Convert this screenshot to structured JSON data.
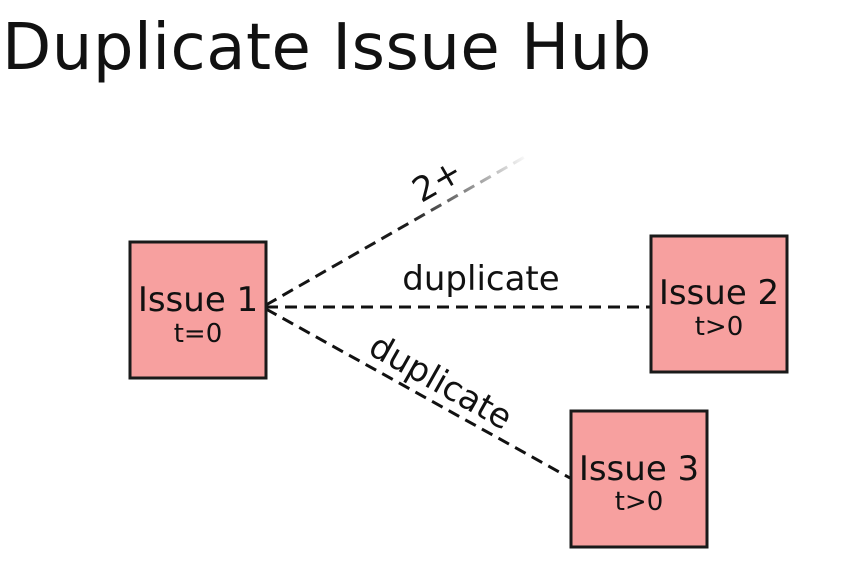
{
  "title": "Duplicate Issue Hub",
  "colors": {
    "node_fill": "#f7a09f",
    "node_stroke": "#1a1a1a",
    "edge": "#111111",
    "text": "#111111"
  },
  "nodes": [
    {
      "name": "Issue 1",
      "time": "t=0"
    },
    {
      "name": "Issue 2",
      "time": "t>0"
    },
    {
      "name": "Issue 3",
      "time": "t>0"
    }
  ],
  "edges": [
    {
      "label": "duplicate",
      "from": "Issue 1",
      "to": "Issue 2",
      "style": "dashed"
    },
    {
      "label": "duplicate",
      "from": "Issue 1",
      "to": "Issue 3",
      "style": "dashed"
    },
    {
      "label": "2+",
      "from": "Issue 1",
      "to": "",
      "style": "dashed, fading out"
    }
  ]
}
